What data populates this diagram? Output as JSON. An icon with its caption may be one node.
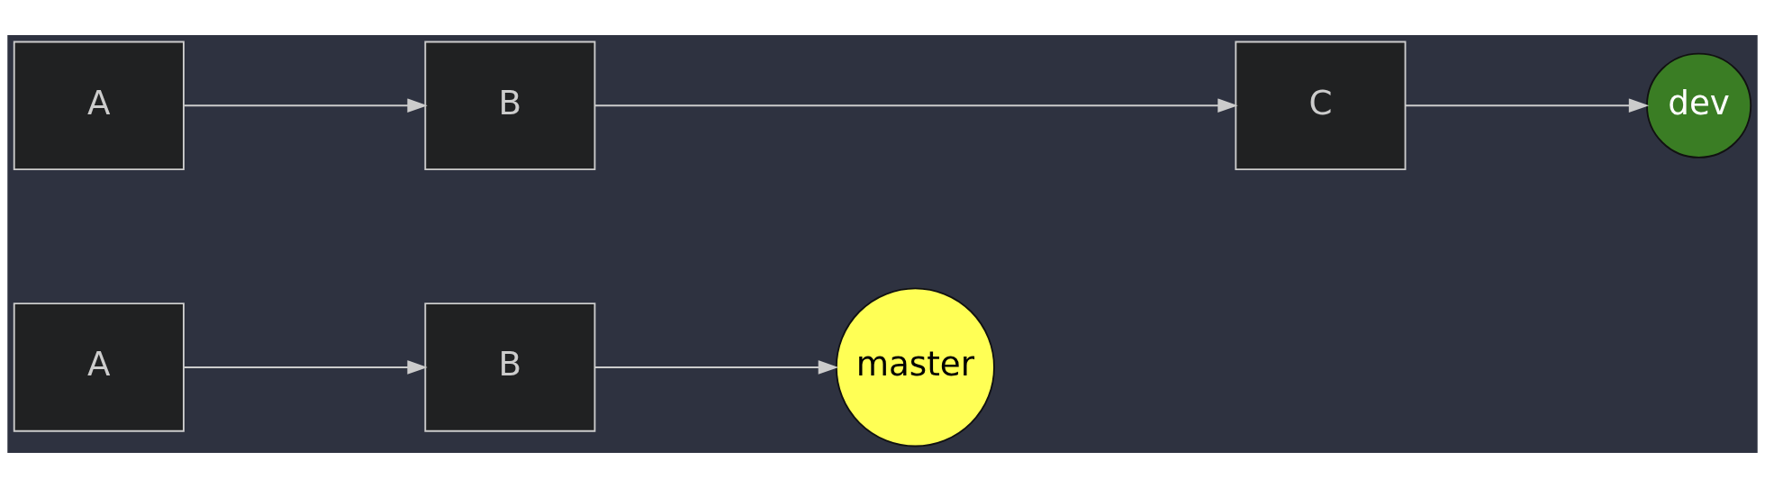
{
  "diagram": {
    "nodes": [
      {
        "text": [
          "A"
        ]
      },
      {
        "text": [
          "B"
        ]
      },
      {
        "text": [
          "master"
        ]
      },
      {
        "text": [
          "A"
        ]
      },
      {
        "text": [
          "B"
        ]
      },
      {
        "text": [
          "C"
        ]
      },
      {
        "text": [
          "dev"
        ]
      }
    ],
    "edges": [
      {
        "from": 0,
        "to": 1,
        "arrow": "to"
      },
      {
        "from": 1,
        "to": 2,
        "arrow": "to"
      },
      {
        "from": 3,
        "to": 4,
        "arrow": "to"
      },
      {
        "from": 4,
        "to": 5,
        "arrow": "to"
      },
      {
        "from": 5,
        "to": 6,
        "arrow": "to"
      }
    ]
  }
}
